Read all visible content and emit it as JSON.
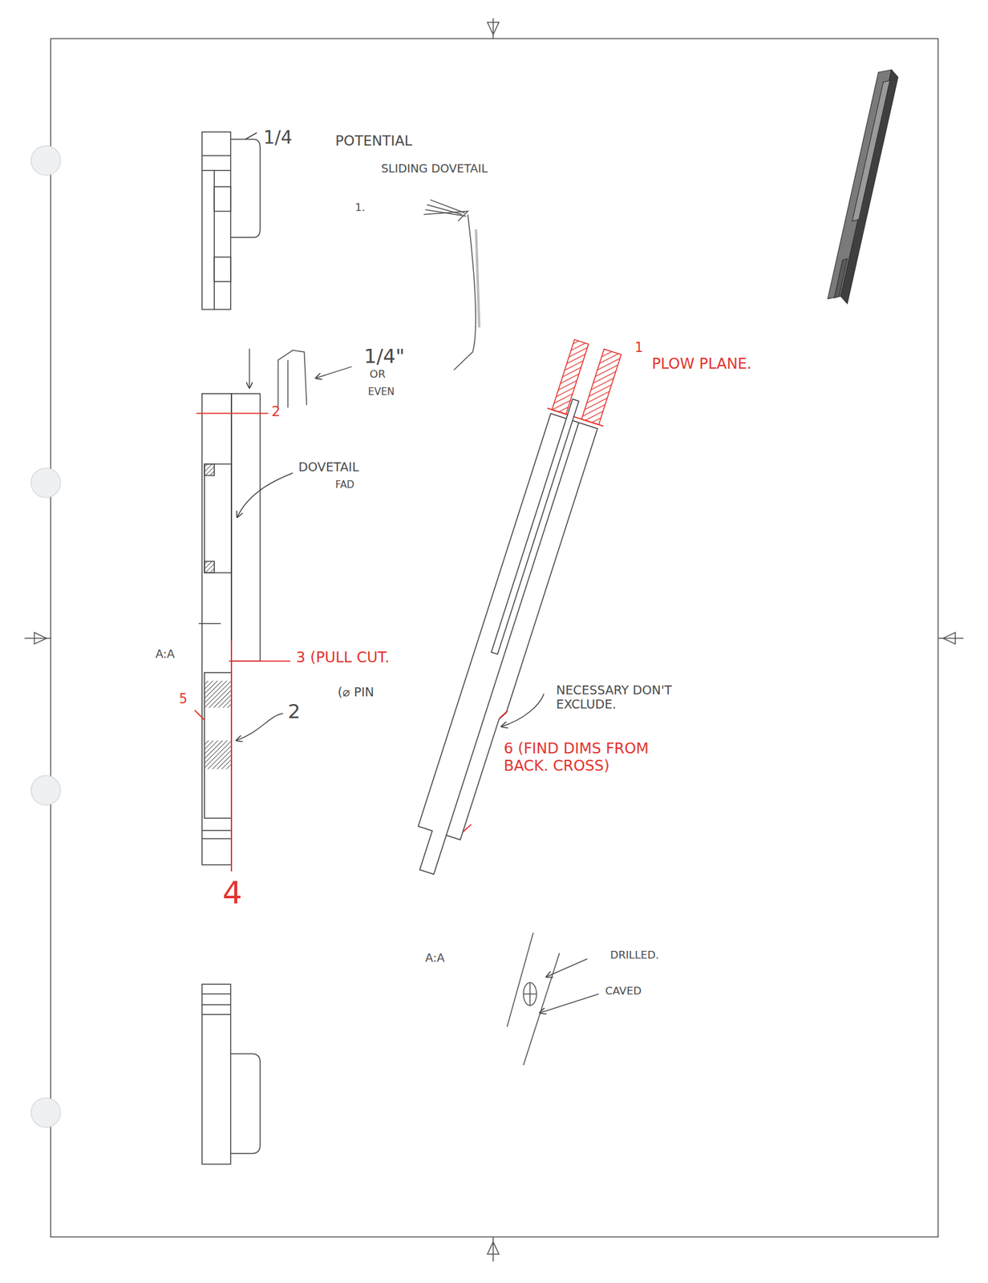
{
  "diagram": {
    "labels": [
      "1/4",
      "POTENTIAL",
      "SLIDING DOVETAIL",
      "1.",
      "1/4\"",
      "OR",
      "EVEN",
      "2",
      "DOVETAIL",
      "FAD",
      "A:A",
      "3 (PULL CUT.",
      "(⌀ PIN",
      "2",
      "5",
      "4",
      "1",
      "PLOW PLANE.",
      "NECESSARY DON'T EXCLUDE.",
      "6 (FIND DIMS FROM BACK. CROSS)",
      "A:A",
      "DRILLED.",
      "CAVED"
    ]
  }
}
